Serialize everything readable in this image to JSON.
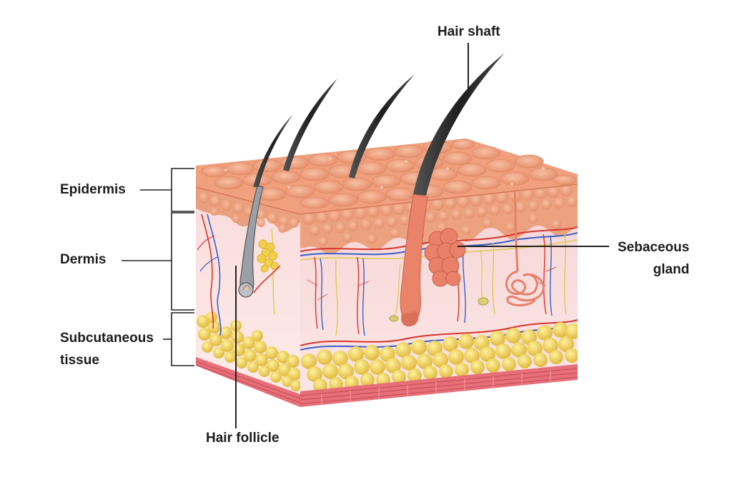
{
  "labels": {
    "epidermis": "Epidermis",
    "dermis": "Dermis",
    "subcutaneous_line1": "Subcutaneous",
    "subcutaneous_line2": "tissue",
    "hair_shaft": "Hair shaft",
    "hair_follicle": "Hair follicle",
    "sebaceous_line1": "Sebaceous",
    "sebaceous_line2": "gland"
  },
  "colors": {
    "epidermis_surface": "#f2a684",
    "epidermis_dark": "#e58b68",
    "dermis": "#f8dce0",
    "dermis_side": "#fbe6e6",
    "fat": "#f2d35a",
    "fat_dark": "#d9b53a",
    "muscle": "#e8707a",
    "hair": "#2a2a2a",
    "artery": "#d8342c",
    "vein": "#3a5fc8",
    "nerve": "#e0c850",
    "leader": "#222222"
  }
}
